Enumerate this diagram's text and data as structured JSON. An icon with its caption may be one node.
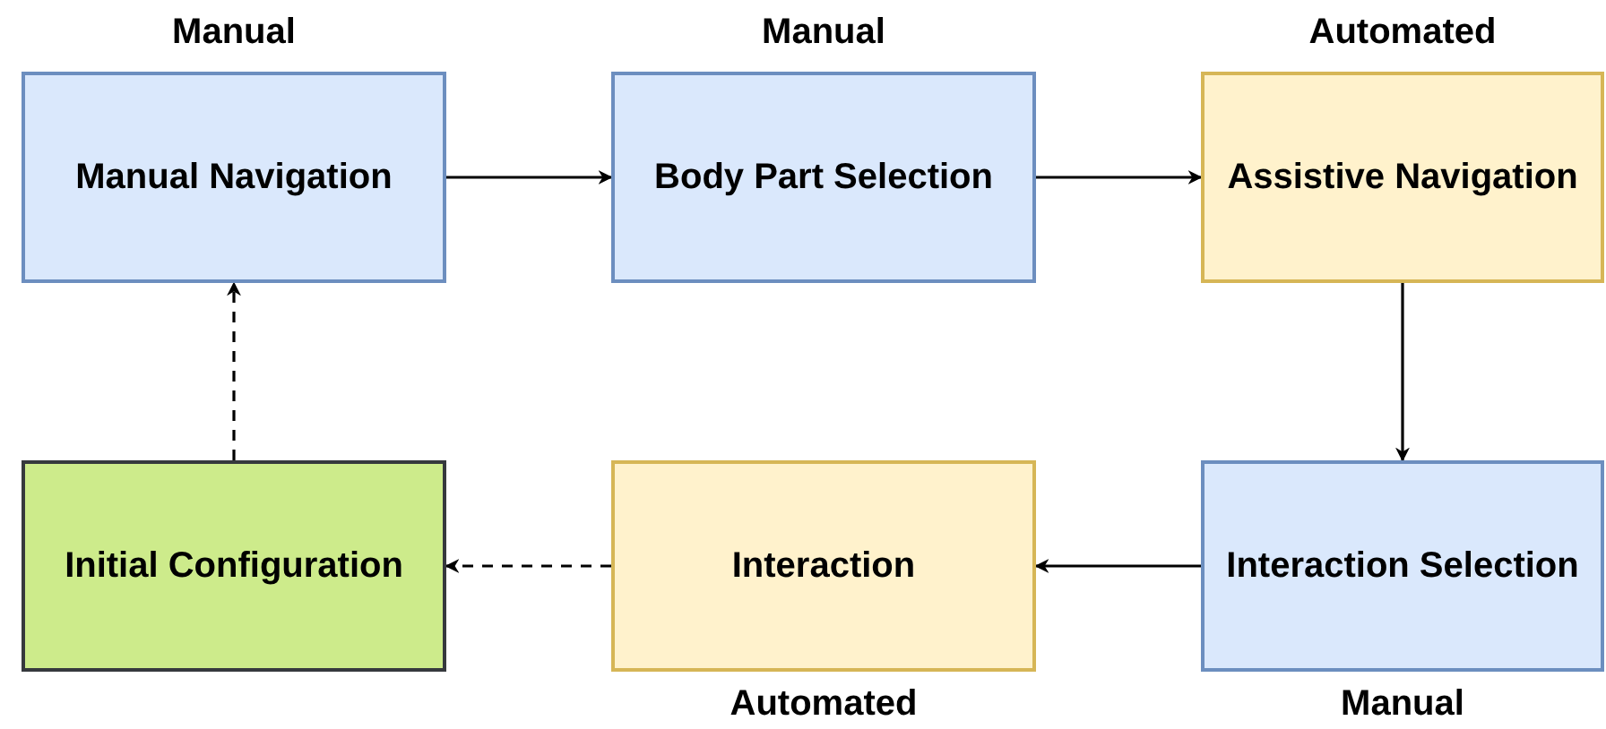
{
  "diagram": {
    "nodes": [
      {
        "text": [
          "Manual Navigation"
        ],
        "beside": [
          "Manual"
        ]
      },
      {
        "text": [
          "Body Part Selection"
        ],
        "beside": [
          "Manual"
        ]
      },
      {
        "text": [
          "Assistive Navigation"
        ],
        "beside": [
          "Automated"
        ]
      },
      {
        "text": [
          "Interaction Selection"
        ],
        "beside": [
          "Manual"
        ]
      },
      {
        "text": [
          "Interaction"
        ],
        "beside": [
          "Automated"
        ]
      },
      {
        "text": [
          "Initial Configuration"
        ]
      }
    ],
    "edges": [
      {
        "from": 0,
        "to": 1,
        "arrow": "to"
      },
      {
        "from": 1,
        "to": 2,
        "arrow": "to"
      },
      {
        "from": 2,
        "to": 3,
        "arrow": "to"
      },
      {
        "from": 3,
        "to": 4,
        "arrow": "to"
      },
      {
        "from": 4,
        "to": 5,
        "arrow": "to",
        "style": "dashed"
      },
      {
        "from": 5,
        "to": 0,
        "arrow": "to",
        "style": "dashed"
      }
    ]
  }
}
